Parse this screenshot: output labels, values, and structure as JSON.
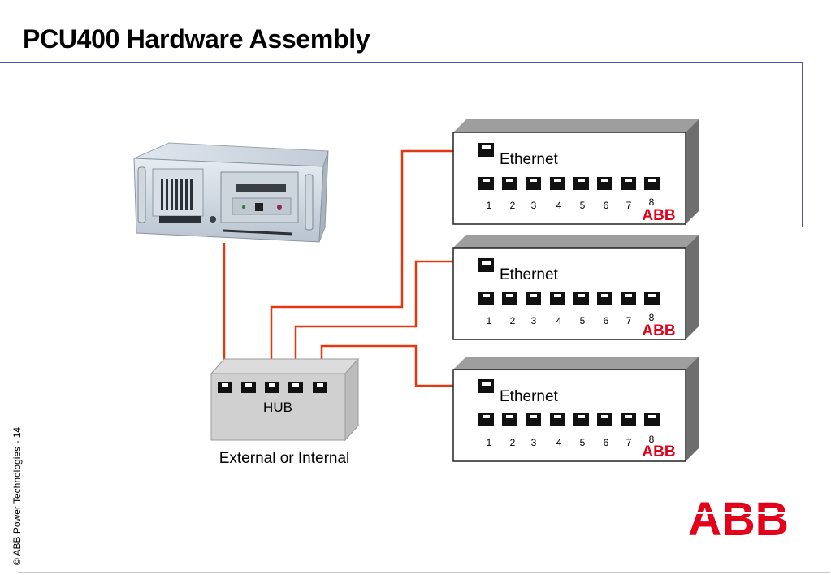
{
  "title": "PCU400 Hardware Assembly",
  "copyright": "© ABB Power Technologies - 14",
  "hub": {
    "label": "HUB",
    "caption": "External or Internal"
  },
  "switches": [
    {
      "label": "Ethernet",
      "ports": [
        "1",
        "2",
        "3",
        "4",
        "5",
        "6",
        "7",
        "8"
      ],
      "logo": "ABB"
    },
    {
      "label": "Ethernet",
      "ports": [
        "1",
        "2",
        "3",
        "4",
        "5",
        "6",
        "7",
        "8"
      ],
      "logo": "ABB"
    },
    {
      "label": "Ethernet",
      "ports": [
        "1",
        "2",
        "3",
        "4",
        "5",
        "6",
        "7",
        "8"
      ],
      "logo": "ABB"
    }
  ],
  "logo": "ABB",
  "colors": {
    "cable": "#e03a12",
    "abb_red": "#e2001a",
    "rule": "#4a55b0"
  }
}
